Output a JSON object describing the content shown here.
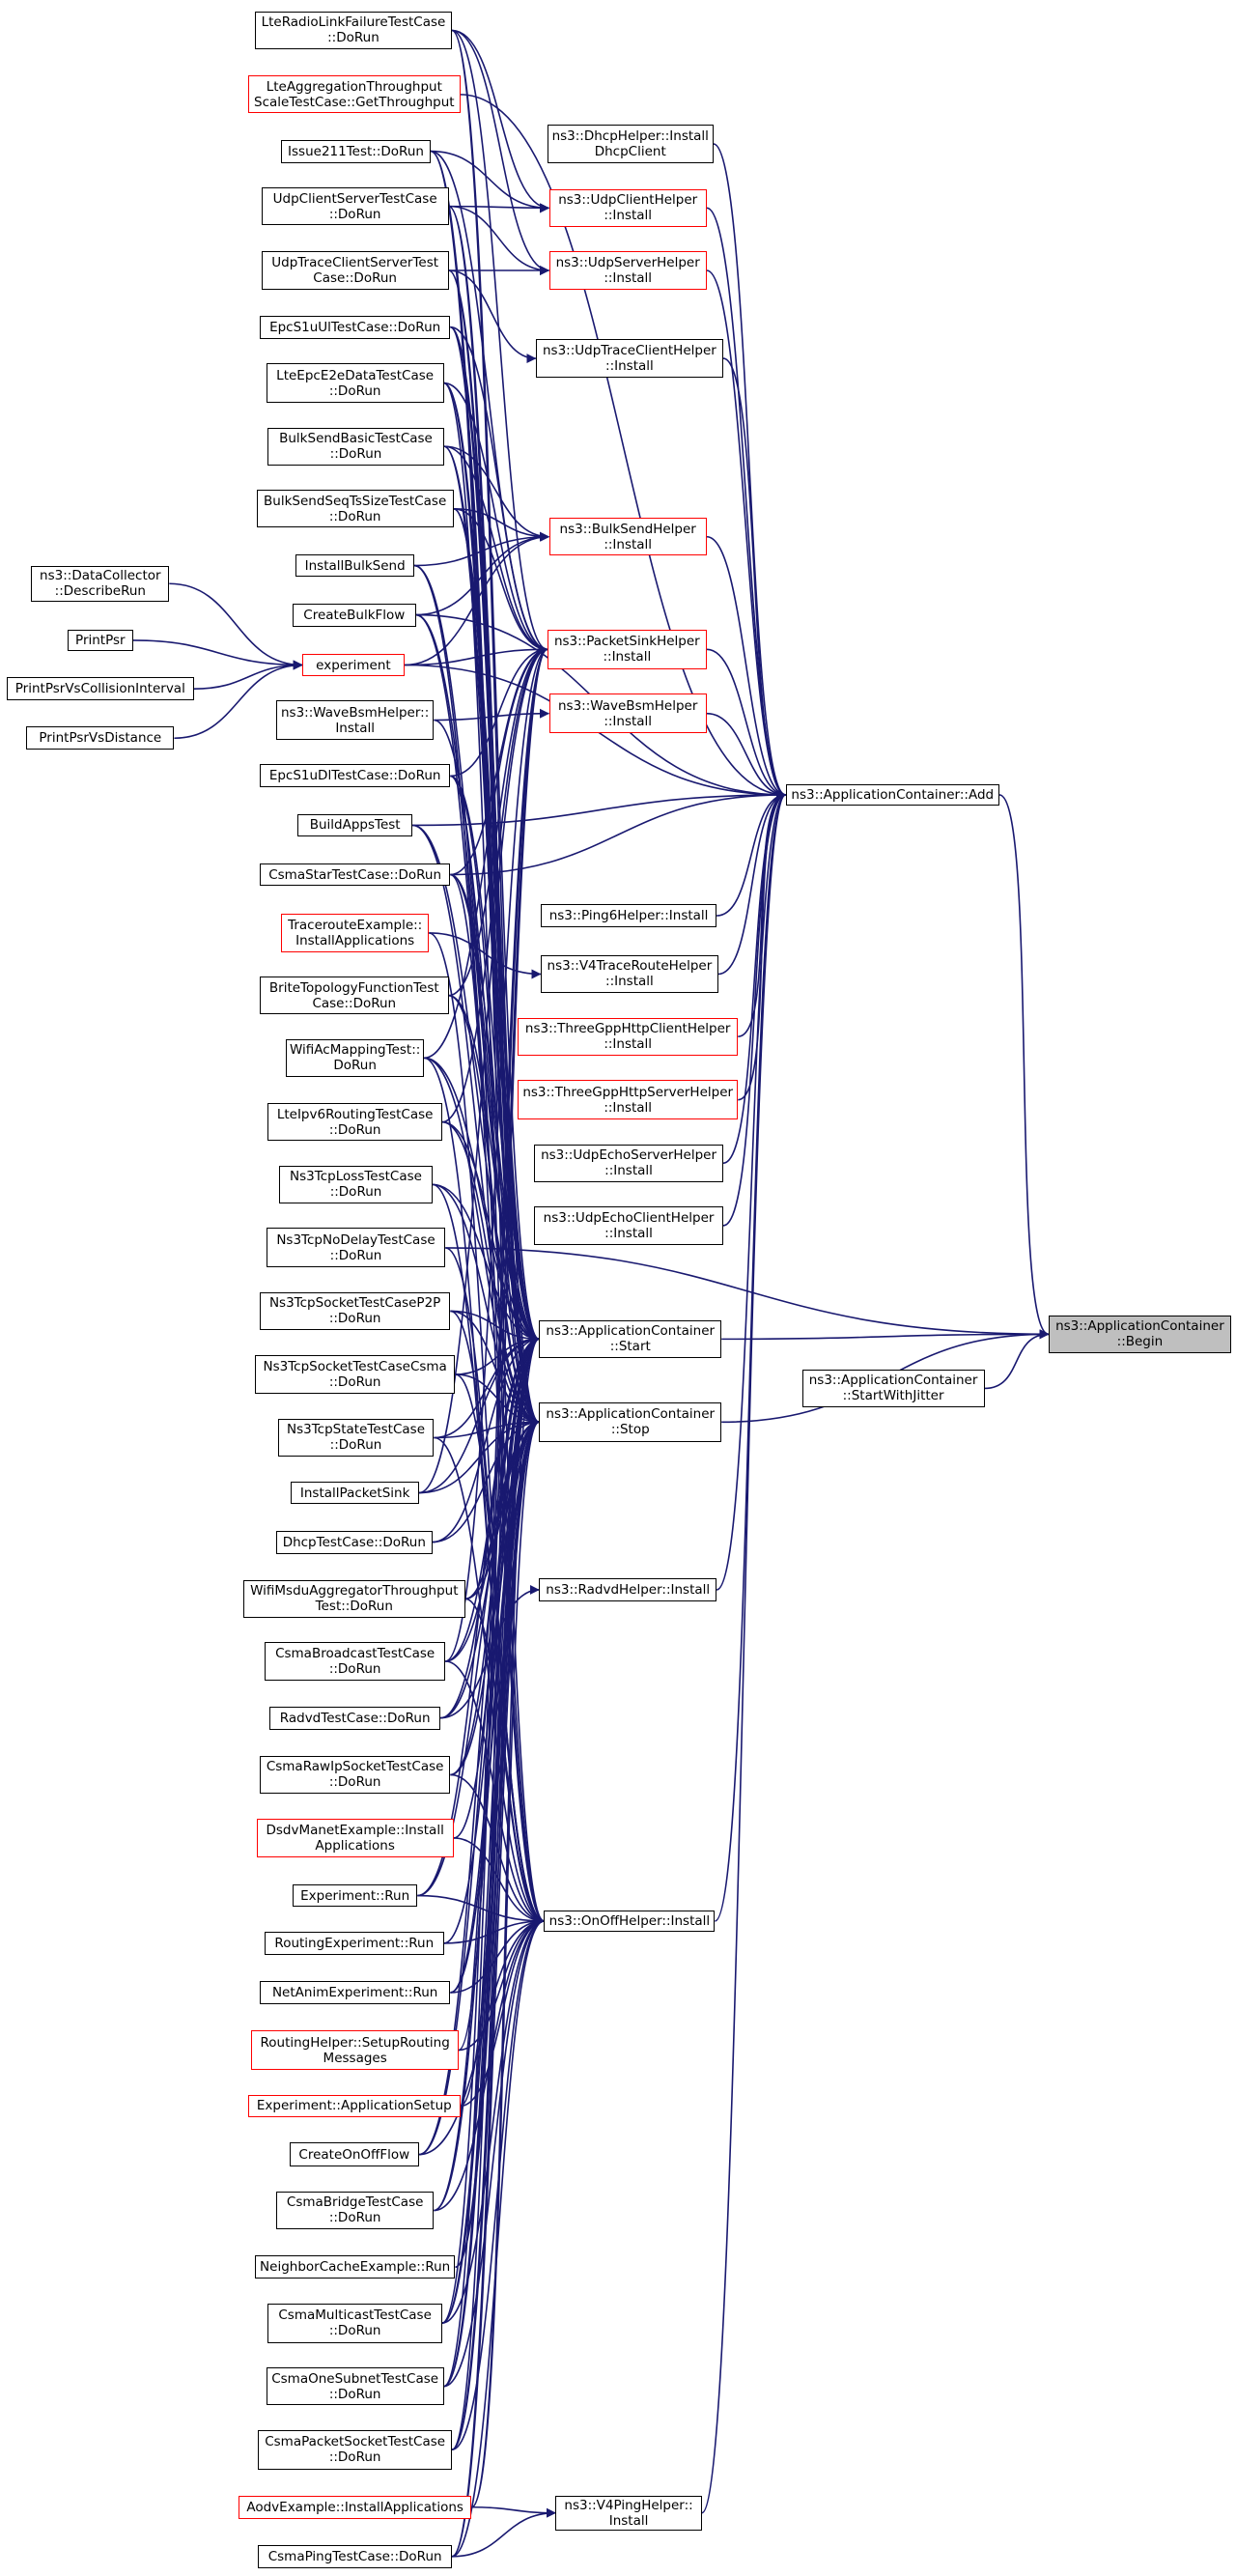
{
  "colors": {
    "edge": "#191970",
    "node_border": "#000000",
    "truncated_border": "#ff0000",
    "focus_fill": "#bfbfbf"
  },
  "nodes": [
    {
      "id": "begin",
      "lines": [
        "ns3::ApplicationContainer",
        "::Begin"
      ],
      "focus": true
    },
    {
      "id": "add",
      "lines": [
        "ns3::ApplicationContainer::Add"
      ]
    },
    {
      "id": "start",
      "lines": [
        "ns3::ApplicationContainer",
        "::Start"
      ]
    },
    {
      "id": "stop",
      "lines": [
        "ns3::ApplicationContainer",
        "::Stop"
      ]
    },
    {
      "id": "startjit",
      "lines": [
        "ns3::ApplicationContainer",
        "::StartWithJitter"
      ]
    },
    {
      "id": "dhcph",
      "lines": [
        "ns3::DhcpHelper::Install",
        "DhcpClient"
      ]
    },
    {
      "id": "udpch",
      "lines": [
        "ns3::UdpClientHelper",
        "::Install"
      ],
      "red": true
    },
    {
      "id": "udpsh",
      "lines": [
        "ns3::UdpServerHelper",
        "::Install"
      ],
      "red": true
    },
    {
      "id": "udptch",
      "lines": [
        "ns3::UdpTraceClientHelper",
        "::Install"
      ]
    },
    {
      "id": "bulkh",
      "lines": [
        "ns3::BulkSendHelper",
        "::Install"
      ],
      "red": true
    },
    {
      "id": "sinkh",
      "lines": [
        "ns3::PacketSinkHelper",
        "::Install"
      ],
      "red": true
    },
    {
      "id": "waveh",
      "lines": [
        "ns3::WaveBsmHelper",
        "::Install"
      ],
      "red": true
    },
    {
      "id": "ping6",
      "lines": [
        "ns3::Ping6Helper::Install"
      ]
    },
    {
      "id": "v4tr",
      "lines": [
        "ns3::V4TraceRouteHelper",
        "::Install"
      ]
    },
    {
      "id": "tgcli",
      "lines": [
        "ns3::ThreeGppHttpClientHelper",
        "::Install"
      ],
      "red": true
    },
    {
      "id": "tgsrv",
      "lines": [
        "ns3::ThreeGppHttpServerHelper",
        "::Install"
      ],
      "red": true
    },
    {
      "id": "echos",
      "lines": [
        "ns3::UdpEchoServerHelper",
        "::Install"
      ]
    },
    {
      "id": "echoc",
      "lines": [
        "ns3::UdpEchoClientHelper",
        "::Install"
      ]
    },
    {
      "id": "radvdh",
      "lines": [
        "ns3::RadvdHelper::Install"
      ]
    },
    {
      "id": "onoff",
      "lines": [
        "ns3::OnOffHelper::Install"
      ]
    },
    {
      "id": "v4ping",
      "lines": [
        "ns3::V4PingHelper::",
        "Install"
      ]
    },
    {
      "id": "experiment",
      "lines": [
        "experiment"
      ],
      "red": true
    },
    {
      "id": "dc",
      "lines": [
        "ns3::DataCollector",
        "::DescribeRun"
      ]
    },
    {
      "id": "ppsr",
      "lines": [
        "PrintPsr"
      ]
    },
    {
      "id": "ppsrci",
      "lines": [
        "PrintPsrVsCollisionInterval"
      ]
    },
    {
      "id": "ppsrd",
      "lines": [
        "PrintPsrVsDistance"
      ]
    },
    {
      "id": "lterlf",
      "lines": [
        "LteRadioLinkFailureTestCase",
        "::DoRun"
      ]
    },
    {
      "id": "lteagg",
      "lines": [
        "LteAggregationThroughput",
        "ScaleTestCase::GetThroughput"
      ],
      "red": true
    },
    {
      "id": "iss211",
      "lines": [
        "Issue211Test::DoRun"
      ]
    },
    {
      "id": "udpcs",
      "lines": [
        "UdpClientServerTestCase",
        "::DoRun"
      ]
    },
    {
      "id": "udptcs",
      "lines": [
        "UdpTraceClientServerTest",
        "Case::DoRun"
      ]
    },
    {
      "id": "epcs1ul",
      "lines": [
        "EpcS1uUlTestCase::DoRun"
      ]
    },
    {
      "id": "lteepc",
      "lines": [
        "LteEpcE2eDataTestCase",
        "::DoRun"
      ]
    },
    {
      "id": "bulkbasic",
      "lines": [
        "BulkSendBasicTestCase",
        "::DoRun"
      ]
    },
    {
      "id": "bulkseq",
      "lines": [
        "BulkSendSeqTsSizeTestCase",
        "::DoRun"
      ]
    },
    {
      "id": "instbulk",
      "lines": [
        "InstallBulkSend"
      ]
    },
    {
      "id": "createbulk",
      "lines": [
        "CreateBulkFlow"
      ]
    },
    {
      "id": "wavebsm",
      "lines": [
        "ns3::WaveBsmHelper::",
        "Install"
      ]
    },
    {
      "id": "epcs1dl",
      "lines": [
        "EpcS1uDlTestCase::DoRun"
      ]
    },
    {
      "id": "buildapps",
      "lines": [
        "BuildAppsTest"
      ]
    },
    {
      "id": "csmastar",
      "lines": [
        "CsmaStarTestCase::DoRun"
      ]
    },
    {
      "id": "tracert",
      "lines": [
        "TracerouteExample::",
        "InstallApplications"
      ],
      "red": true
    },
    {
      "id": "brite",
      "lines": [
        "BriteTopologyFunctionTest",
        "Case::DoRun"
      ]
    },
    {
      "id": "wifiac",
      "lines": [
        "WifiAcMappingTest::",
        "DoRun"
      ]
    },
    {
      "id": "lteipv6",
      "lines": [
        "LteIpv6RoutingTestCase",
        "::DoRun"
      ]
    },
    {
      "id": "tcploss",
      "lines": [
        "Ns3TcpLossTestCase",
        "::DoRun"
      ]
    },
    {
      "id": "tcpnod",
      "lines": [
        "Ns3TcpNoDelayTestCase",
        "::DoRun"
      ]
    },
    {
      "id": "tcpp2p",
      "lines": [
        "Ns3TcpSocketTestCaseP2P",
        "::DoRun"
      ]
    },
    {
      "id": "tcpcsma",
      "lines": [
        "Ns3TcpSocketTestCaseCsma",
        "::DoRun"
      ]
    },
    {
      "id": "tcpstate",
      "lines": [
        "Ns3TcpStateTestCase",
        "::DoRun"
      ]
    },
    {
      "id": "instsink",
      "lines": [
        "InstallPacketSink"
      ]
    },
    {
      "id": "dhcptest",
      "lines": [
        "DhcpTestCase::DoRun"
      ]
    },
    {
      "id": "wifimsdu",
      "lines": [
        "WifiMsduAggregatorThroughput",
        "Test::DoRun"
      ]
    },
    {
      "id": "csmabc",
      "lines": [
        "CsmaBroadcastTestCase",
        "::DoRun"
      ]
    },
    {
      "id": "radvdtest",
      "lines": [
        "RadvdTestCase::DoRun"
      ]
    },
    {
      "id": "csmaraw",
      "lines": [
        "CsmaRawIpSocketTestCase",
        "::DoRun"
      ]
    },
    {
      "id": "dsdv",
      "lines": [
        "DsdvManetExample::Install",
        "Applications"
      ],
      "red": true
    },
    {
      "id": "exprun",
      "lines": [
        "Experiment::Run"
      ]
    },
    {
      "id": "routexp",
      "lines": [
        "RoutingExperiment::Run"
      ]
    },
    {
      "id": "netanim",
      "lines": [
        "NetAnimExperiment::Run"
      ]
    },
    {
      "id": "routhelp",
      "lines": [
        "RoutingHelper::SetupRouting",
        "Messages"
      ],
      "red": true
    },
    {
      "id": "expapp",
      "lines": [
        "Experiment::ApplicationSetup"
      ],
      "red": true
    },
    {
      "id": "createonoff",
      "lines": [
        "CreateOnOffFlow"
      ]
    },
    {
      "id": "csmabridge",
      "lines": [
        "CsmaBridgeTestCase",
        "::DoRun"
      ]
    },
    {
      "id": "neighbor",
      "lines": [
        "NeighborCacheExample::Run"
      ]
    },
    {
      "id": "csmamc",
      "lines": [
        "CsmaMulticastTestCase",
        "::DoRun"
      ]
    },
    {
      "id": "csmaone",
      "lines": [
        "CsmaOneSubnetTestCase",
        "::DoRun"
      ]
    },
    {
      "id": "csmapkt",
      "lines": [
        "CsmaPacketSocketTestCase",
        "::DoRun"
      ]
    },
    {
      "id": "aodv",
      "lines": [
        "AodvExample::InstallApplications"
      ],
      "red": true
    },
    {
      "id": "csmaping",
      "lines": [
        "CsmaPingTestCase::DoRun"
      ]
    }
  ],
  "edges": [
    [
      "add",
      "begin"
    ],
    [
      "start",
      "begin"
    ],
    [
      "stop",
      "begin"
    ],
    [
      "startjit",
      "begin"
    ],
    [
      "tcpnod",
      "begin"
    ],
    [
      "dhcph",
      "add"
    ],
    [
      "udpch",
      "add"
    ],
    [
      "udpsh",
      "add"
    ],
    [
      "udptch",
      "add"
    ],
    [
      "bulkh",
      "add"
    ],
    [
      "sinkh",
      "add"
    ],
    [
      "waveh",
      "add"
    ],
    [
      "ping6",
      "add"
    ],
    [
      "v4tr",
      "add"
    ],
    [
      "tgcli",
      "add"
    ],
    [
      "tgsrv",
      "add"
    ],
    [
      "echos",
      "add"
    ],
    [
      "echoc",
      "add"
    ],
    [
      "radvdh",
      "add"
    ],
    [
      "onoff",
      "add"
    ],
    [
      "v4ping",
      "add"
    ],
    [
      "lteagg",
      "add"
    ],
    [
      "buildapps",
      "add"
    ],
    [
      "csmastar",
      "add"
    ],
    [
      "experiment",
      "add"
    ],
    [
      "createbulk",
      "add"
    ],
    [
      "dc",
      "experiment"
    ],
    [
      "ppsr",
      "experiment"
    ],
    [
      "ppsrci",
      "experiment"
    ],
    [
      "ppsrd",
      "experiment"
    ],
    [
      "lterlf",
      "udpch"
    ],
    [
      "iss211",
      "udpch"
    ],
    [
      "udpcs",
      "udpch"
    ],
    [
      "lterlf",
      "udpsh"
    ],
    [
      "udpcs",
      "udpsh"
    ],
    [
      "udptcs",
      "udpsh"
    ],
    [
      "udptcs",
      "udptch"
    ],
    [
      "bulkbasic",
      "bulkh"
    ],
    [
      "bulkseq",
      "bulkh"
    ],
    [
      "instbulk",
      "bulkh"
    ],
    [
      "createbulk",
      "bulkh"
    ],
    [
      "experiment",
      "bulkh"
    ],
    [
      "lterlf",
      "sinkh"
    ],
    [
      "iss211",
      "sinkh"
    ],
    [
      "epcs1ul",
      "sinkh"
    ],
    [
      "lteepc",
      "sinkh"
    ],
    [
      "bulkbasic",
      "sinkh"
    ],
    [
      "bulkseq",
      "sinkh"
    ],
    [
      "experiment",
      "sinkh"
    ],
    [
      "epcs1dl",
      "sinkh"
    ],
    [
      "csmastar",
      "sinkh"
    ],
    [
      "brite",
      "sinkh"
    ],
    [
      "wifiac",
      "sinkh"
    ],
    [
      "lteipv6",
      "sinkh"
    ],
    [
      "instsink",
      "sinkh"
    ],
    [
      "csmabc",
      "sinkh"
    ],
    [
      "csmamc",
      "sinkh"
    ],
    [
      "csmaone",
      "sinkh"
    ],
    [
      "csmapkt",
      "sinkh"
    ],
    [
      "routhelp",
      "sinkh"
    ],
    [
      "wavebsm",
      "waveh"
    ],
    [
      "tracert",
      "v4tr"
    ],
    [
      "radvdtest",
      "radvdh"
    ],
    [
      "aodv",
      "v4ping"
    ],
    [
      "csmaping",
      "v4ping"
    ],
    [
      "lterlf",
      "start"
    ],
    [
      "iss211",
      "start"
    ],
    [
      "udpcs",
      "start"
    ],
    [
      "udptcs",
      "start"
    ],
    [
      "epcs1ul",
      "start"
    ],
    [
      "lteepc",
      "start"
    ],
    [
      "bulkbasic",
      "start"
    ],
    [
      "bulkseq",
      "start"
    ],
    [
      "instbulk",
      "start"
    ],
    [
      "createbulk",
      "start"
    ],
    [
      "wavebsm",
      "start"
    ],
    [
      "epcs1dl",
      "start"
    ],
    [
      "buildapps",
      "start"
    ],
    [
      "csmastar",
      "start"
    ],
    [
      "brite",
      "start"
    ],
    [
      "wifiac",
      "start"
    ],
    [
      "lteipv6",
      "start"
    ],
    [
      "tcploss",
      "start"
    ],
    [
      "tcpp2p",
      "start"
    ],
    [
      "tcpcsma",
      "start"
    ],
    [
      "tcpstate",
      "start"
    ],
    [
      "instsink",
      "start"
    ],
    [
      "dhcptest",
      "start"
    ],
    [
      "wifimsdu",
      "start"
    ],
    [
      "csmabc",
      "start"
    ],
    [
      "radvdtest",
      "start"
    ],
    [
      "csmaraw",
      "start"
    ],
    [
      "dsdv",
      "start"
    ],
    [
      "exprun",
      "start"
    ],
    [
      "netanim",
      "start"
    ],
    [
      "expapp",
      "start"
    ],
    [
      "createonoff",
      "start"
    ],
    [
      "csmabridge",
      "start"
    ],
    [
      "neighbor",
      "start"
    ],
    [
      "csmamc",
      "start"
    ],
    [
      "csmaone",
      "start"
    ],
    [
      "csmapkt",
      "start"
    ],
    [
      "aodv",
      "start"
    ],
    [
      "csmaping",
      "start"
    ],
    [
      "lterlf",
      "stop"
    ],
    [
      "iss211",
      "stop"
    ],
    [
      "udpcs",
      "stop"
    ],
    [
      "udptcs",
      "stop"
    ],
    [
      "epcs1ul",
      "stop"
    ],
    [
      "lteepc",
      "stop"
    ],
    [
      "bulkbasic",
      "stop"
    ],
    [
      "bulkseq",
      "stop"
    ],
    [
      "instbulk",
      "stop"
    ],
    [
      "createbulk",
      "stop"
    ],
    [
      "epcs1dl",
      "stop"
    ],
    [
      "buildapps",
      "stop"
    ],
    [
      "csmastar",
      "stop"
    ],
    [
      "brite",
      "stop"
    ],
    [
      "wifiac",
      "stop"
    ],
    [
      "lteipv6",
      "stop"
    ],
    [
      "tcploss",
      "stop"
    ],
    [
      "tcpp2p",
      "stop"
    ],
    [
      "tcpcsma",
      "stop"
    ],
    [
      "tcpstate",
      "stop"
    ],
    [
      "instsink",
      "stop"
    ],
    [
      "dhcptest",
      "stop"
    ],
    [
      "wifimsdu",
      "stop"
    ],
    [
      "csmabc",
      "stop"
    ],
    [
      "radvdtest",
      "stop"
    ],
    [
      "csmaraw",
      "stop"
    ],
    [
      "exprun",
      "stop"
    ],
    [
      "routexp",
      "stop"
    ],
    [
      "netanim",
      "stop"
    ],
    [
      "createonoff",
      "stop"
    ],
    [
      "csmabridge",
      "stop"
    ],
    [
      "neighbor",
      "stop"
    ],
    [
      "csmamc",
      "stop"
    ],
    [
      "csmaone",
      "stop"
    ],
    [
      "csmapkt",
      "stop"
    ],
    [
      "aodv",
      "stop"
    ],
    [
      "csmaping",
      "stop"
    ],
    [
      "epcs1ul",
      "onoff"
    ],
    [
      "lteepc",
      "onoff"
    ],
    [
      "epcs1dl",
      "onoff"
    ],
    [
      "csmastar",
      "onoff"
    ],
    [
      "wifiac",
      "onoff"
    ],
    [
      "tcploss",
      "onoff"
    ],
    [
      "tcpnod",
      "onoff"
    ],
    [
      "tcpp2p",
      "onoff"
    ],
    [
      "tcpcsma",
      "onoff"
    ],
    [
      "tcpstate",
      "onoff"
    ],
    [
      "wifimsdu",
      "onoff"
    ],
    [
      "csmabc",
      "onoff"
    ],
    [
      "csmaraw",
      "onoff"
    ],
    [
      "dsdv",
      "onoff"
    ],
    [
      "exprun",
      "onoff"
    ],
    [
      "routexp",
      "onoff"
    ],
    [
      "netanim",
      "onoff"
    ],
    [
      "routhelp",
      "onoff"
    ],
    [
      "expapp",
      "onoff"
    ],
    [
      "createonoff",
      "onoff"
    ],
    [
      "csmabridge",
      "onoff"
    ],
    [
      "csmamc",
      "onoff"
    ],
    [
      "csmaone",
      "onoff"
    ],
    [
      "csmapkt",
      "onoff"
    ],
    [
      "csmaping",
      "onoff"
    ],
    [
      "tracert",
      "onoff"
    ]
  ]
}
